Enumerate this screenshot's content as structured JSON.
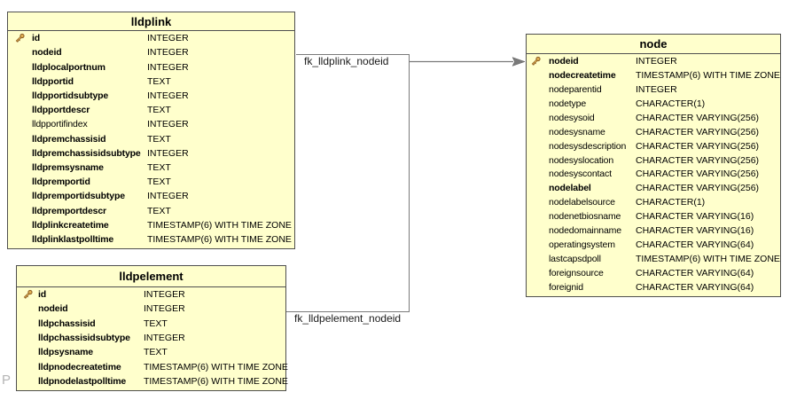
{
  "colors": {
    "table_fill": "#FFFFCC",
    "table_border": "#4f4f4f",
    "connector": "#7a7a7a",
    "text": "#000000",
    "key_gold": "#e0b052",
    "key_outline": "#8a5a22",
    "watermark": "#b5b5b5"
  },
  "watermark": "P",
  "tables": {
    "lldplink": {
      "title": "lldplink",
      "columns": [
        {
          "name": "id",
          "type": "INTEGER",
          "primary_key": true,
          "bold": true
        },
        {
          "name": "nodeid",
          "type": "INTEGER",
          "primary_key": false,
          "bold": true
        },
        {
          "name": "lldplocalportnum",
          "type": "INTEGER",
          "primary_key": false,
          "bold": true
        },
        {
          "name": "lldpportid",
          "type": "TEXT",
          "primary_key": false,
          "bold": true
        },
        {
          "name": "lldpportidsubtype",
          "type": "INTEGER",
          "primary_key": false,
          "bold": true
        },
        {
          "name": "lldpportdescr",
          "type": "TEXT",
          "primary_key": false,
          "bold": true
        },
        {
          "name": "lldpportifindex",
          "type": "INTEGER",
          "primary_key": false,
          "bold": false
        },
        {
          "name": "lldpremchassisid",
          "type": "TEXT",
          "primary_key": false,
          "bold": true
        },
        {
          "name": "lldpremchassisidsubtype",
          "type": "INTEGER",
          "primary_key": false,
          "bold": true
        },
        {
          "name": "lldpremsysname",
          "type": "TEXT",
          "primary_key": false,
          "bold": true
        },
        {
          "name": "lldpremportid",
          "type": "TEXT",
          "primary_key": false,
          "bold": true
        },
        {
          "name": "lldpremportidsubtype",
          "type": "INTEGER",
          "primary_key": false,
          "bold": true
        },
        {
          "name": "lldpremportdescr",
          "type": "TEXT",
          "primary_key": false,
          "bold": true
        },
        {
          "name": "lldplinkcreatetime",
          "type": "TIMESTAMP(6) WITH TIME ZONE",
          "primary_key": false,
          "bold": true
        },
        {
          "name": "lldplinklastpolltime",
          "type": "TIMESTAMP(6) WITH TIME ZONE",
          "primary_key": false,
          "bold": true
        }
      ]
    },
    "lldpelement": {
      "title": "lldpelement",
      "columns": [
        {
          "name": "id",
          "type": "INTEGER",
          "primary_key": true,
          "bold": true
        },
        {
          "name": "nodeid",
          "type": "INTEGER",
          "primary_key": false,
          "bold": true
        },
        {
          "name": "lldpchassisid",
          "type": "TEXT",
          "primary_key": false,
          "bold": true
        },
        {
          "name": "lldpchassisidsubtype",
          "type": "INTEGER",
          "primary_key": false,
          "bold": true
        },
        {
          "name": "lldpsysname",
          "type": "TEXT",
          "primary_key": false,
          "bold": true
        },
        {
          "name": "lldpnodecreatetime",
          "type": "TIMESTAMP(6) WITH TIME ZONE",
          "primary_key": false,
          "bold": true
        },
        {
          "name": "lldpnodelastpolltime",
          "type": "TIMESTAMP(6) WITH TIME ZONE",
          "primary_key": false,
          "bold": true
        }
      ]
    },
    "node": {
      "title": "node",
      "columns": [
        {
          "name": "nodeid",
          "type": "INTEGER",
          "primary_key": true,
          "bold": true
        },
        {
          "name": "nodecreatetime",
          "type": "TIMESTAMP(6) WITH TIME ZONE",
          "primary_key": false,
          "bold": true
        },
        {
          "name": "nodeparentid",
          "type": "INTEGER",
          "primary_key": false,
          "bold": false
        },
        {
          "name": "nodetype",
          "type": "CHARACTER(1)",
          "primary_key": false,
          "bold": false
        },
        {
          "name": "nodesysoid",
          "type": "CHARACTER VARYING(256)",
          "primary_key": false,
          "bold": false
        },
        {
          "name": "nodesysname",
          "type": "CHARACTER VARYING(256)",
          "primary_key": false,
          "bold": false
        },
        {
          "name": "nodesysdescription",
          "type": "CHARACTER VARYING(256)",
          "primary_key": false,
          "bold": false
        },
        {
          "name": "nodesyslocation",
          "type": "CHARACTER VARYING(256)",
          "primary_key": false,
          "bold": false
        },
        {
          "name": "nodesyscontact",
          "type": "CHARACTER VARYING(256)",
          "primary_key": false,
          "bold": false
        },
        {
          "name": "nodelabel",
          "type": "CHARACTER VARYING(256)",
          "primary_key": false,
          "bold": true
        },
        {
          "name": "nodelabelsource",
          "type": "CHARACTER(1)",
          "primary_key": false,
          "bold": false
        },
        {
          "name": "nodenetbiosname",
          "type": "CHARACTER VARYING(16)",
          "primary_key": false,
          "bold": false
        },
        {
          "name": "nodedomainname",
          "type": "CHARACTER VARYING(16)",
          "primary_key": false,
          "bold": false
        },
        {
          "name": "operatingsystem",
          "type": "CHARACTER VARYING(64)",
          "primary_key": false,
          "bold": false
        },
        {
          "name": "lastcapsdpoll",
          "type": "TIMESTAMP(6) WITH TIME ZONE",
          "primary_key": false,
          "bold": false
        },
        {
          "name": "foreignsource",
          "type": "CHARACTER VARYING(64)",
          "primary_key": false,
          "bold": false
        },
        {
          "name": "foreignid",
          "type": "CHARACTER VARYING(64)",
          "primary_key": false,
          "bold": false
        }
      ]
    }
  },
  "relationships": [
    {
      "label": "fk_lldplink_nodeid",
      "from_table": "lldplink",
      "to_table": "node"
    },
    {
      "label": "fk_lldpelement_nodeid",
      "from_table": "lldpelement",
      "to_table": "node"
    }
  ]
}
